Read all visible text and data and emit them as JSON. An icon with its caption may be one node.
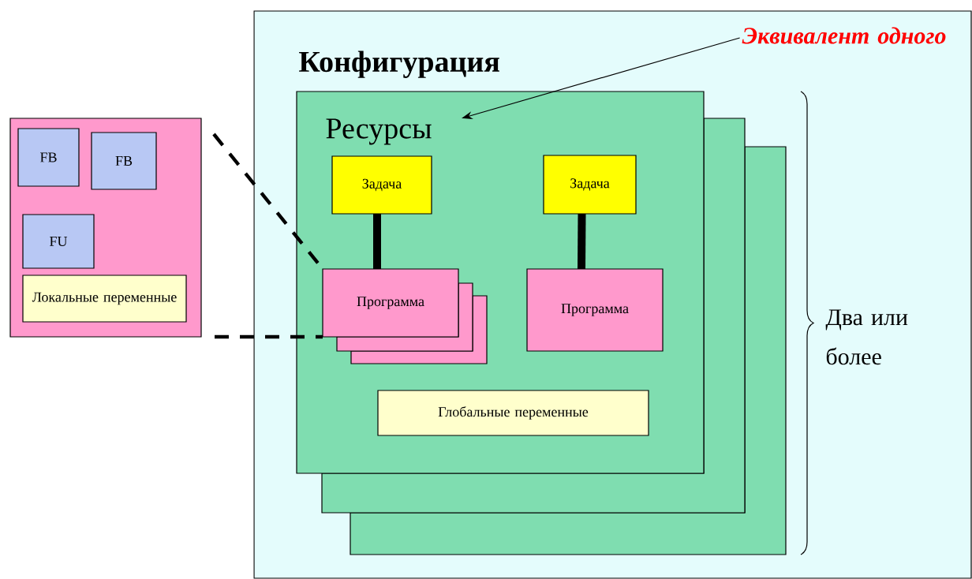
{
  "diagram": {
    "nodes": [
      {
        "text": [
          "Конфигурация"
        ]
      },
      {
        "text": [
          "Ресурсы"
        ],
        "in": 0
      },
      {
        "text": [
          "Задача"
        ],
        "in": 1
      },
      {
        "text": [
          "Задача"
        ],
        "in": 1
      },
      {
        "text": [
          "Программа"
        ],
        "in": 1
      },
      {
        "text": [],
        "shape": "box",
        "in": 1
      },
      {
        "text": [],
        "shape": "box",
        "in": 1
      },
      {
        "text": [
          "Программа"
        ],
        "in": 1
      },
      {
        "text": [
          "Глобальные переменные"
        ],
        "in": 1
      },
      {
        "text": [],
        "shape": "box",
        "in": 0
      },
      {
        "text": [],
        "shape": "box",
        "in": 0
      },
      {
        "text": [
          "Эквивалент одного"
        ],
        "in": 0
      },
      {
        "text": [],
        "shape": "box"
      },
      {
        "text": [
          "FB"
        ],
        "in": 12
      },
      {
        "text": [
          "FB"
        ],
        "in": 12
      },
      {
        "text": [
          "FU"
        ],
        "in": 12
      },
      {
        "text": [
          "Локальные переменные"
        ],
        "in": 12
      }
    ],
    "edges": [
      {
        "from": 2,
        "to": 4,
        "arrow": "none",
        "style": "thick"
      },
      {
        "from": 3,
        "to": 7,
        "arrow": "none",
        "style": "thick"
      },
      {
        "from": 11,
        "to": 1,
        "arrow": "to"
      },
      {
        "from": 12,
        "to": 4,
        "arrow": "none",
        "style": "dashed"
      },
      {
        "from": 12,
        "to": 4,
        "arrow": "none",
        "style": "dashed"
      }
    ],
    "labels": [
      "Два или более"
    ]
  }
}
